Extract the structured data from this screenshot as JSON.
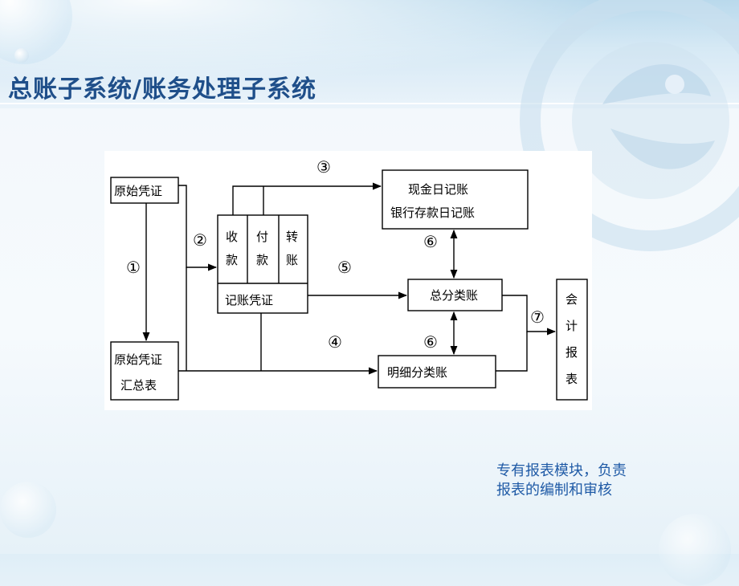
{
  "title": "总账子系统/账务处理子系统",
  "diagram": {
    "nodes": {
      "original_voucher": "原始凭证",
      "voucher_summary": [
        "原始凭证",
        "汇总表"
      ],
      "receipt_col": [
        "收",
        "款"
      ],
      "payment_col": [
        "付",
        "款"
      ],
      "transfer_col": [
        "转",
        "账"
      ],
      "accounting_voucher": "记账凭证",
      "journals": [
        "现金日记账",
        "银行存款日记账"
      ],
      "general_ledger": "总分类账",
      "subsidiary_ledger": "明细分类账",
      "reports": [
        "会",
        "计",
        "报",
        "表"
      ]
    },
    "step_labels": {
      "s1": "①",
      "s2": "②",
      "s3": "③",
      "s4": "④",
      "s5": "⑤",
      "s6a": "⑥",
      "s6b": "⑥",
      "s7": "⑦"
    }
  },
  "note": [
    "专有报表模块，负责",
    "报表的编制和审核"
  ],
  "colors": {
    "title": "#1f4f8a",
    "note": "#1f5aa6",
    "line": "#000000"
  }
}
